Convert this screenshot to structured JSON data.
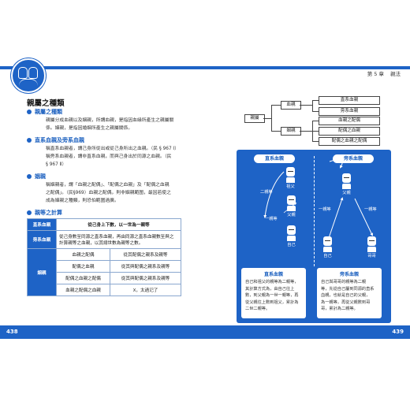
{
  "header": {
    "chapter": "第 5 章",
    "subject": "親法"
  },
  "left": {
    "title": "親屬之種類",
    "sections": [
      {
        "heading": "親屬之種類",
        "lines": [
          "親屬分成血親以及姻親，所謂血親，是指因血緣所產生之親屬關",
          "係。姻親，是指因婚姻所產生之親屬關係。"
        ]
      },
      {
        "heading": "直系血親及旁系血親",
        "lines": [
          "稱直系血親者，謂己身所從出或從己身所出之血親。（民 § 967 Ⅰ）",
          "稱旁系血親者，謂非直系血親，而與己身出於同源之血親。（民",
          "§ 967 Ⅱ）"
        ]
      },
      {
        "heading": "姻親",
        "lines": [
          "稱姻親者，謂「血親之配偶」、「配偶之血親」及「配偶之血親",
          "之配偶」。（民§969）血親之配偶，則非姻親範圍，最因若使之",
          "成為姻親之種類，則恐怕範圍過廣。"
        ]
      },
      {
        "heading": "親等之計算"
      }
    ],
    "table": {
      "rows": [
        [
          "直系血親",
          "從己身上下數，以一世為一親等"
        ],
        [
          "旁系血親",
          "從己身數至同源之直系血親，再由同源之直系血親數至與之計算親等之血親，以其總世數為親等之數。"
        ]
      ],
      "inlaw_label": "姻親",
      "inlaw_rows": [
        [
          "血親之配偶",
          "從其配偶之親系及親等"
        ],
        [
          "配偶之血親",
          "從其與配偶之親系及親等"
        ],
        [
          "配偶之血親之配偶",
          "從其與配偶之親系及親等"
        ],
        [
          "血親之配偶之血親",
          "X，太過氾了"
        ]
      ]
    },
    "page_number": "438"
  },
  "right": {
    "tree": {
      "root": "親屬",
      "blood": "血親",
      "inlaw": "姻親",
      "blood_items": [
        "直系血親",
        "旁系血親"
      ],
      "inlaw_items": [
        "血親之配偶",
        "配偶之血親",
        "配偶之血親之配偶"
      ]
    },
    "panel": {
      "direct_title": "直系血親",
      "collateral_title": "旁系血親",
      "labels": {
        "grandfather": "祖父",
        "father": "父親",
        "self": "自己",
        "father2": "父親",
        "self2": "自己",
        "brother": "哥哥"
      },
      "arrows": {
        "two": "二親等",
        "one": "一親等",
        "c_one_a": "一親等",
        "c_one_b": "一親等"
      },
      "direct_note_title": "直系血親",
      "direct_note": [
        "自己和祖父的親等為二親等，",
        "其計算方式為，由自己往上",
        "數，到父親為一世一親等，再",
        "從父親往上數到祖父，累計為",
        "二世二親等。"
      ],
      "collateral_note_title": "旁系血親",
      "collateral_note": [
        "自己與哥哥的親等為二親",
        "等，先從自己屬到同源的直系",
        "血親，也就是自己的父親，",
        "為一親等，再從父親數到哥",
        "哥，累計為二親等。"
      ]
    },
    "page_number": "439"
  }
}
